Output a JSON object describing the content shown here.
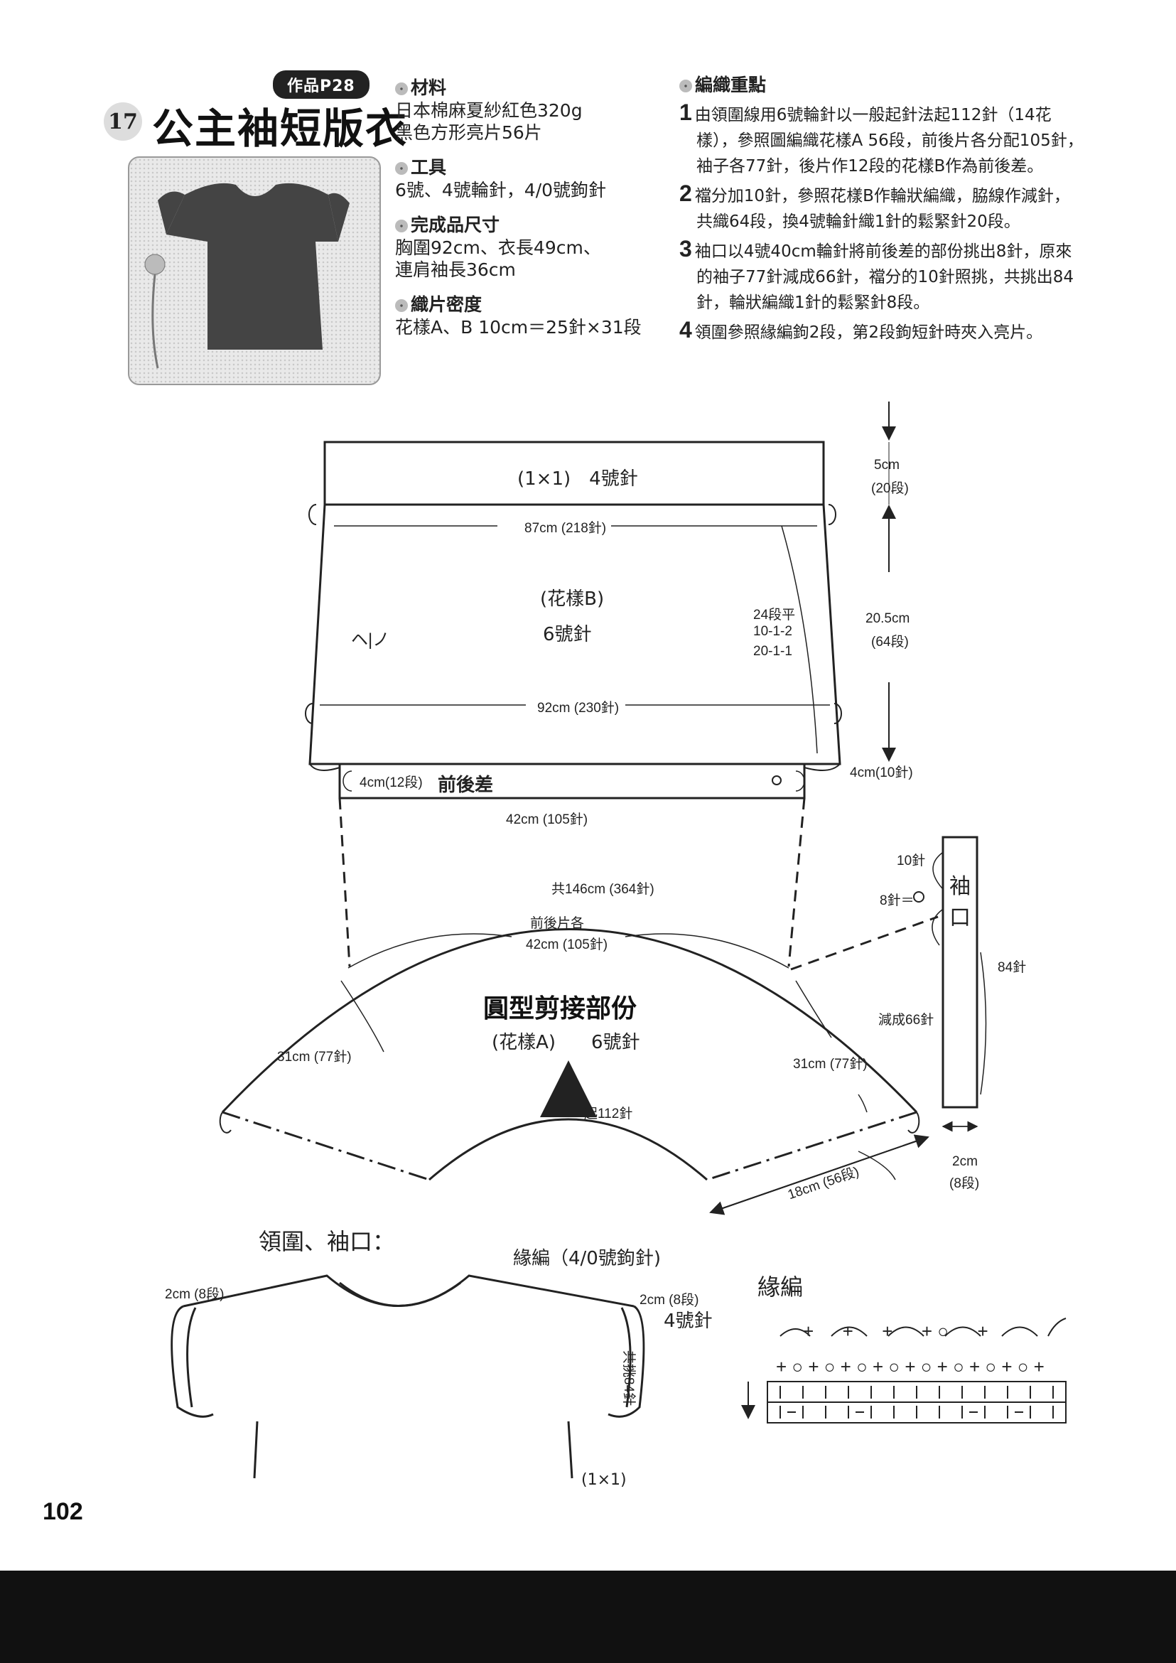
{
  "header": {
    "work_ref": "作品P28",
    "pattern_number": "17",
    "title": "公主袖短版衣"
  },
  "materials": {
    "heading": "材料",
    "lines": [
      "日本棉麻夏紗紅色320g",
      "黑色方形亮片56片"
    ]
  },
  "tools": {
    "heading": "工具",
    "lines": [
      "6號、4號輪針，4/0號鉤針"
    ]
  },
  "finished_size": {
    "heading": "完成品尺寸",
    "lines": [
      "胸圍92cm、衣長49cm、",
      "連肩袖長36cm"
    ]
  },
  "gauge": {
    "heading": "織片密度",
    "lines": [
      "花樣A、B 10cm＝25針×31段"
    ]
  },
  "instructions": {
    "heading": "編織重點",
    "steps": [
      {
        "num": "1",
        "lines": [
          "由領圍線用6號輪針以一般起針法起112針（14花",
          "樣），參照圖編織花樣A 56段，前後片各分配105針，",
          "袖子各77針，後片作12段的花樣B作為前後差。"
        ]
      },
      {
        "num": "2",
        "lines": [
          "襠分加10針，參照花樣B作輪狀編織，脇線作減針，",
          "共織64段，換4號輪針織1針的鬆緊針20段。"
        ]
      },
      {
        "num": "3",
        "lines": [
          "袖口以4號40cm輪針將前後差的部份挑出8針，原來",
          "的袖子77針減成66針，襠分的10針照挑，共挑出84",
          "針，輪狀編織1針的鬆緊針8段。"
        ]
      },
      {
        "num": "4",
        "lines": [
          "領圍參照緣編鉤2段，第2段鉤短針時夾入亮片。"
        ]
      }
    ]
  },
  "body_diagram": {
    "ribbing_label": "(1×1)　4號針",
    "top_width": "87cm (218針)",
    "pattern_label": "(花樣B)",
    "needle_label": "6號針",
    "bottom_width": "92cm (230針)",
    "side_shaping": [
      "24段平",
      "10-1-2",
      "20-1-1"
    ],
    "ribbing_height": [
      "5cm",
      "(20段)"
    ],
    "body_height": [
      "20.5cm",
      "(64段)"
    ],
    "diff_label": "前後差",
    "diff_height": "4cm(12段)",
    "diff_width": "42cm (105針)",
    "gusset_height": "4cm(10針)",
    "side_mark": "ヘ|ノ"
  },
  "yoke_diagram": {
    "outer_total": "共146cm (364針)",
    "each_piece_a": "前後片各",
    "each_piece_b": "42cm (105針)",
    "title": "圓型剪接部份",
    "pattern_label": "(花樣A)",
    "needle_label": "6號針",
    "sleeve_left": "31cm (77針)",
    "sleeve_right": "31cm (77針)",
    "cast_on": "起112針",
    "depth": "18cm (56段)"
  },
  "cuff_diagram": {
    "label_a": "袖",
    "label_b": "口",
    "top_sts": "10針",
    "mid_sts": "8針＝",
    "total": "84針",
    "reduced": "減成66針",
    "width": [
      "2cm",
      "(8段)"
    ]
  },
  "neck_section": {
    "heading": "領圍、袖口：",
    "edging": "緣編（4/0號鉤針)",
    "left_band": "2cm (8段)",
    "right_band": "2cm (8段)",
    "right_needle": "4號針",
    "pickup": "共挑84針",
    "rib": "(1×1)"
  },
  "edging_chart": {
    "heading": "緣編"
  },
  "page_number": "102"
}
